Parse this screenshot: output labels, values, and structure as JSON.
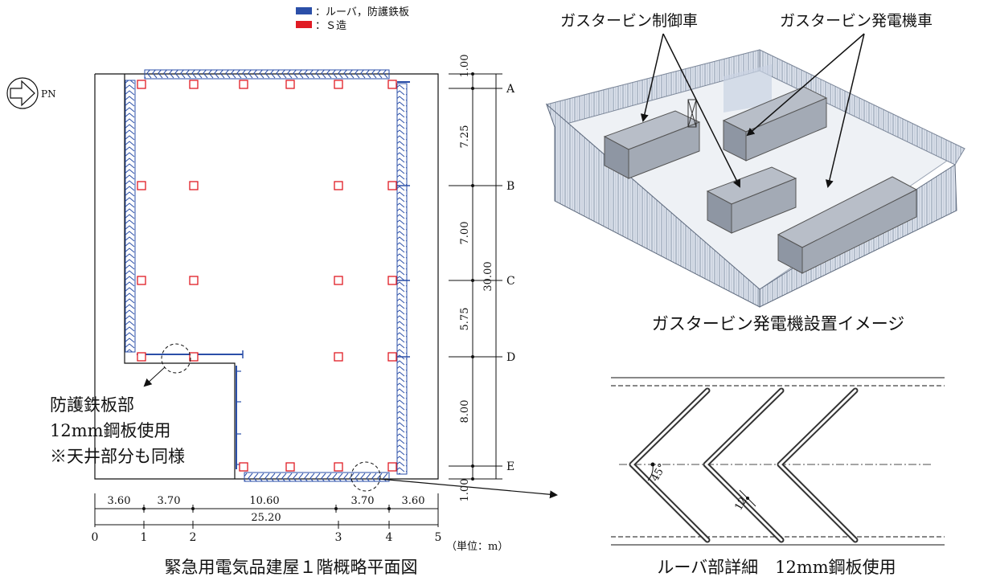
{
  "legend": {
    "louver_label": "：ルーバ，防護鉄板",
    "steel_label": "：Ｓ造",
    "louver_color": "#2b4fa8",
    "steel_color": "#e01b24"
  },
  "compass": {
    "label": "PN",
    "icon": "north-arrow-icon"
  },
  "plan": {
    "title": "緊急用電気品建屋１階概略平面図",
    "unit": "（単位：m）",
    "row_labels": [
      "A",
      "B",
      "C",
      "D",
      "E"
    ],
    "vertical_dims": [
      "1.00",
      "7.25",
      "7.00",
      "5.75",
      "8.00",
      "1.00"
    ],
    "vertical_total": "30.00",
    "horizontal_dims": [
      "3.60",
      "3.70",
      "10.60",
      "3.70",
      "3.60"
    ],
    "horizontal_total": "25.20",
    "column_labels": [
      "0",
      "1",
      "2",
      "3",
      "4",
      "5"
    ],
    "note_lines": [
      "防護鉄板部",
      "12mm鋼板使用",
      "※天井部分も同様"
    ]
  },
  "render3d": {
    "control_car": "ガスタービン制御車",
    "generator_car": "ガスタービン発電機車",
    "caption": "ガスタービン発電機設置イメージ"
  },
  "louver_detail": {
    "angle": "45°",
    "thickness": "12",
    "caption": "ルーバ部詳細　12mm鋼板使用"
  }
}
